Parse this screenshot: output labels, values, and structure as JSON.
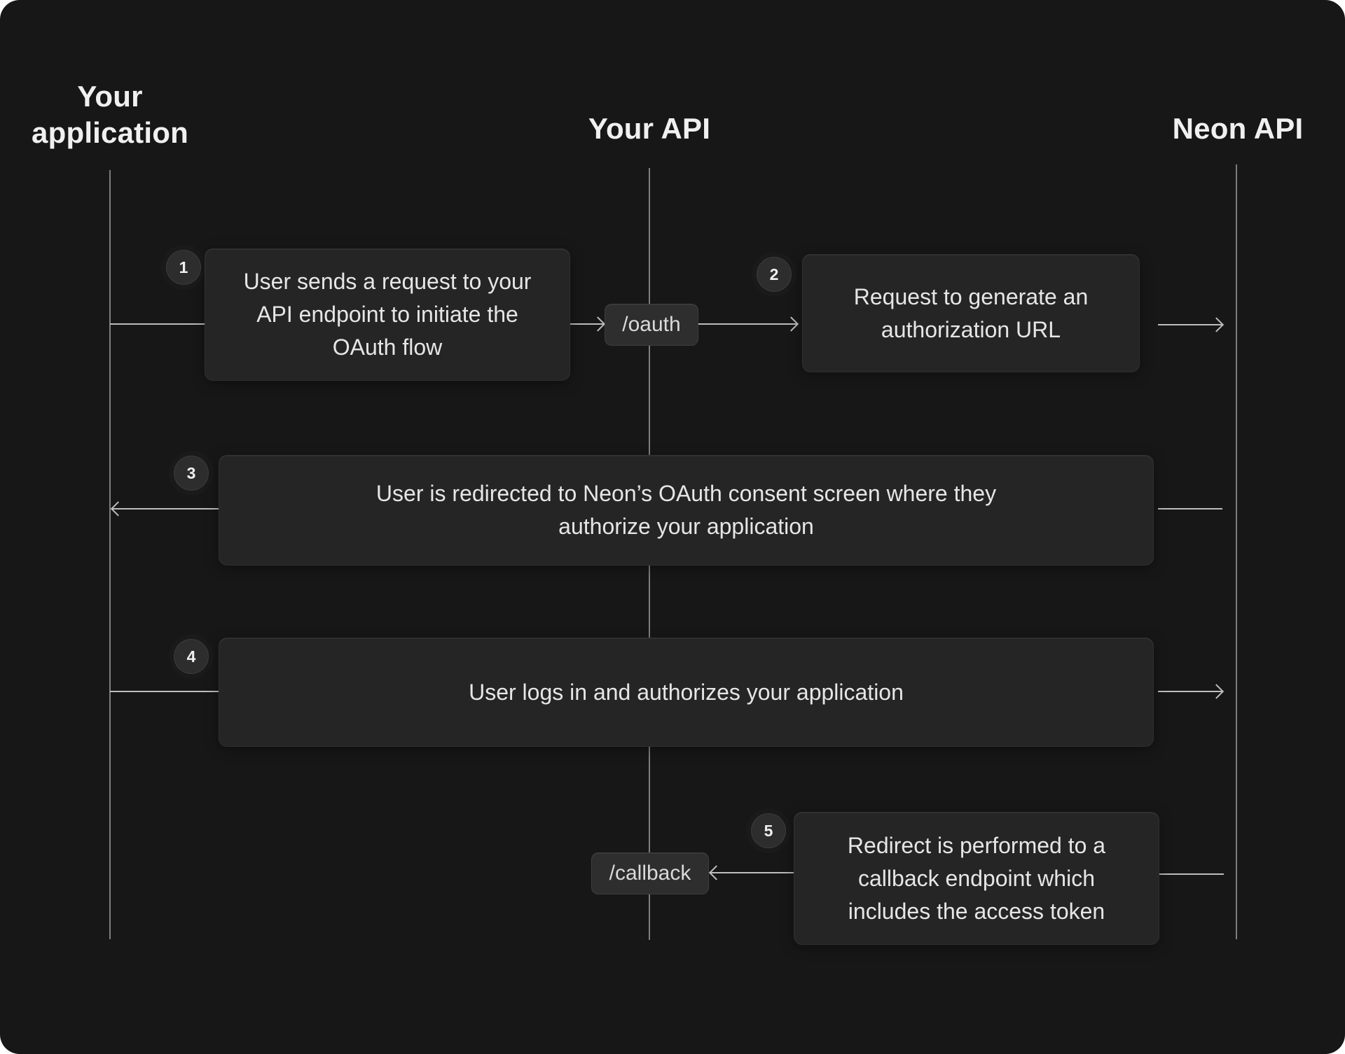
{
  "diagram": {
    "lanes": [
      {
        "id": "your-application",
        "label": "Your application"
      },
      {
        "id": "your-api",
        "label": "Your API"
      },
      {
        "id": "neon-api",
        "label": "Neon API"
      }
    ],
    "steps": [
      {
        "number": "1",
        "text": "User sends a request to your API endpoint to initiate the OAuth flow"
      },
      {
        "number": "2",
        "text": "Request to generate an authorization URL"
      },
      {
        "number": "3",
        "text": "User is redirected to Neon’s OAuth consent screen where they authorize your application"
      },
      {
        "number": "4",
        "text": "User logs in and authorizes your application"
      },
      {
        "number": "5",
        "text": "Redirect is performed to a callback endpoint which includes the access token"
      }
    ],
    "endpoints": [
      {
        "label": "/oauth"
      },
      {
        "label": "/callback"
      }
    ],
    "colors": {
      "background": "#171717",
      "panel": "#252525",
      "panel_border": "#343434",
      "connector_line": "#bdbdbd",
      "lifeline": "#7e7e7e",
      "heading_text": "#f0f0f0",
      "body_text": "#e6e6e6",
      "chip_background": "#2e2e2e",
      "badge_background": "#2d2d2d"
    }
  }
}
